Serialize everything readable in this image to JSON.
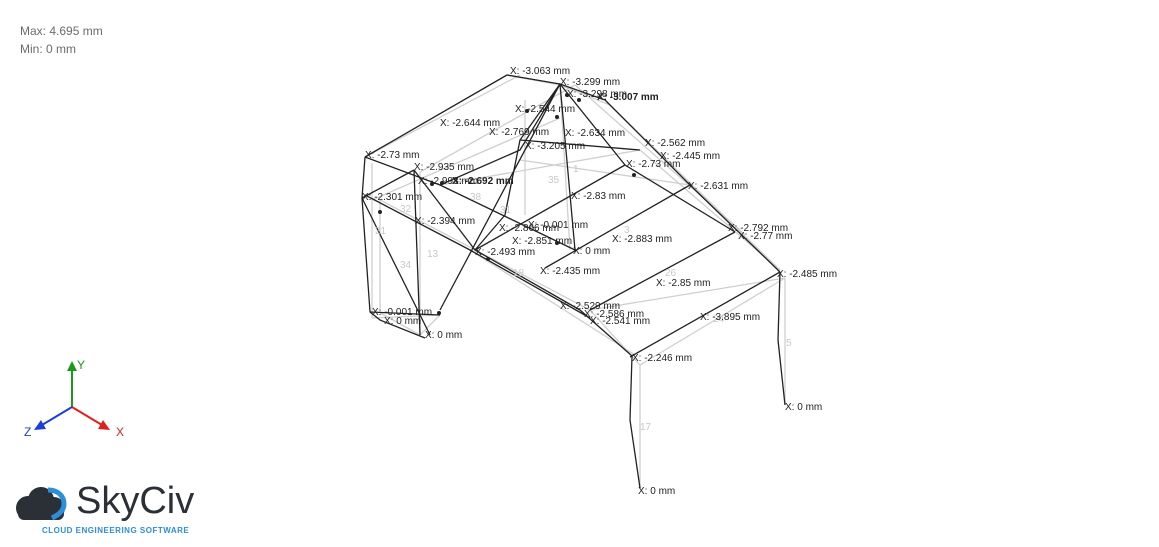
{
  "result_range": {
    "max_label": "Max: 4.695 mm",
    "min_label": "Min: 0 mm"
  },
  "displacement_labels": [
    "X: -3.063 mm",
    "X: -3.299 mm",
    "X: -3.298 mm",
    "X: -3.007 mm",
    "X: -2.544 mm",
    "X: -2.644 mm",
    "X: -2.769 mm",
    "X: -2.634 mm",
    "X: -3.205 mm",
    "X: -2.562 mm",
    "X: -2.445 mm",
    "X: -2.73 mm",
    "X: -2.73 mm",
    "X: -2.935 mm",
    "X: -2.993 mm",
    "X: -2.692 mm",
    "X: -2.631 mm",
    "X: -2.301 mm",
    "X: -2.83 mm",
    "X: -2.394 mm",
    "X: -0.001 mm",
    "X: -2.866 mm",
    "X: -2.851 mm",
    "X: 0 mm",
    "X: -2.883 mm",
    "X: -2.792 mm",
    "X: -2.77 mm",
    "X: -2.493 mm",
    "X: -2.435 mm",
    "X: -2.485 mm",
    "X: -2.85 mm",
    "X: -0.001 mm",
    "X: 0 mm",
    "X: 0 mm",
    "X: -2.529 mm",
    "X: -2.586 mm",
    "X: -2.541 mm",
    "X: -3.895 mm",
    "X: -2.246 mm",
    "X: 0 mm",
    "X: 0 mm"
  ],
  "member_ids": [
    "32",
    "38",
    "21",
    "34",
    "13",
    "31",
    "35",
    "18",
    "1",
    "3",
    "26",
    "24",
    "5",
    "17"
  ],
  "axis_triad": {
    "y_label": "Y",
    "x_label": "X",
    "z_label": "Z"
  },
  "logo": {
    "brand": "SkyCiv",
    "tagline": "CLOUD ENGINEERING SOFTWARE"
  },
  "colors": {
    "deformed": "#222222",
    "undeformed": "#c8c8c8",
    "label": "#222222",
    "x_axis": "#e0201b",
    "y_axis": "#1a9a1a",
    "z_axis": "#1b3fd6",
    "brand_blue": "#2d8ed9"
  }
}
